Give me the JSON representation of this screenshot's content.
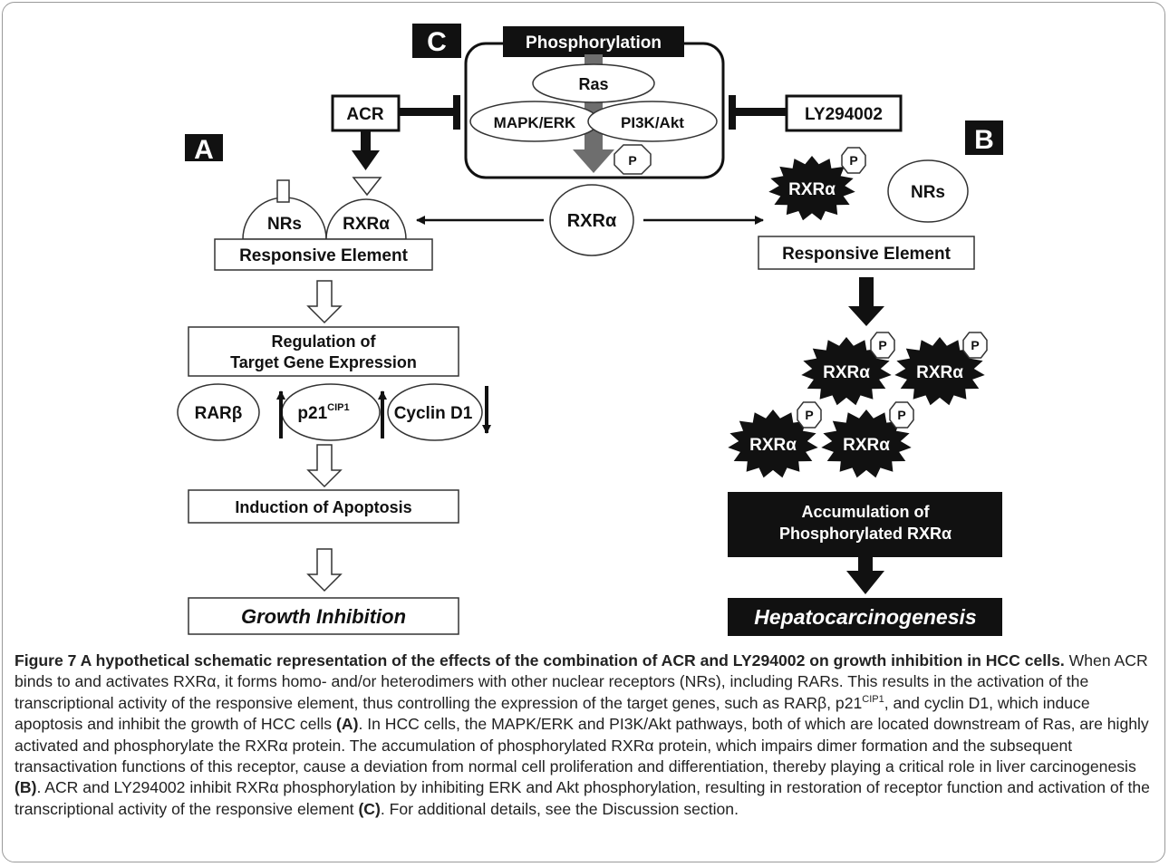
{
  "panel_labels": {
    "a": "A",
    "b": "B",
    "c": "C"
  },
  "panel_c": {
    "header": "Phosphorylation",
    "ras": "Ras",
    "mapk": "MAPK/ERK",
    "pi3k": "PI3K/Akt",
    "p": "P"
  },
  "inhibitors": {
    "acr": "ACR",
    "ly": "LY294002"
  },
  "center": {
    "rxra": "RXRα"
  },
  "panel_a": {
    "nrs": "NRs",
    "rxra": "RXRα",
    "responsive": "Responsive Element",
    "regulation_line1": "Regulation of",
    "regulation_line2": "Target Gene Expression",
    "rarb": "RARβ",
    "p21": "p21",
    "p21_sup": "CIP1",
    "cyclin": "Cyclin D1",
    "apoptosis": "Induction of Apoptosis",
    "growth": "Growth Inhibition"
  },
  "panel_b": {
    "rxra": "RXRα",
    "nrs": "NRs",
    "p": "P",
    "responsive": "Responsive Element",
    "accum_line1": "Accumulation of",
    "accum_line2": "Phosphorylated RXRα",
    "hepato": "Hepatocarcinogenesis"
  },
  "caption": {
    "title": "Figure 7 A hypothetical schematic representation of the effects of the combination of ACR and LY294002 on growth inhibition in HCC cells.",
    "s1": " When ACR binds to and activates RXRα, it forms homo- and/or heterodimers with other nuclear receptors (NRs), including RARs. This results in the activation of the transcriptional activity of the responsive element, thus controlling the expression of the target genes, such as RARβ, p21",
    "sup": "CIP1",
    "s2": ", and cyclin D1, which induce apoptosis and inhibit the growth of HCC cells ",
    "refA": "(A)",
    "s3": ". In HCC cells, the MAPK/ERK and PI3K/Akt pathways, both of which are located downstream of Ras, are highly activated and phosphorylate the RXRα protein. The accumulation of phosphorylated RXRα protein, which impairs dimer formation and the subsequent transactivation functions of this receptor, cause a deviation from normal cell proliferation and differentiation, thereby playing a critical role in liver carcinogenesis ",
    "refB": "(B)",
    "s4": ". ACR and LY294002 inhibit RXRα phosphorylation by inhibiting ERK and Akt phosphorylation, resulting in restoration of receptor function and activation of the transcriptional activity of the responsive element ",
    "refC": "(C)",
    "s5": ". For additional details, see the Discussion section."
  }
}
